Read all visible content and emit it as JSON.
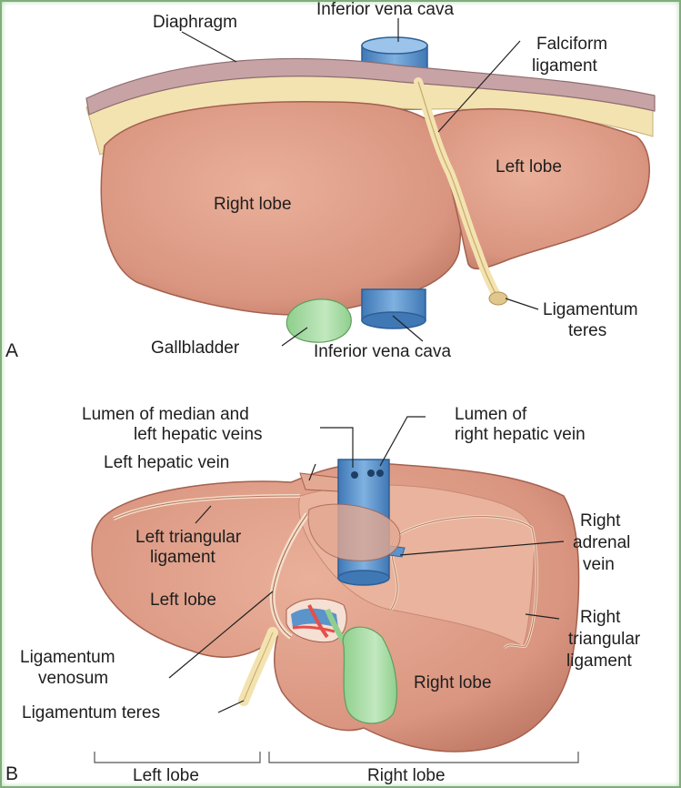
{
  "panel_a": {
    "letter": "A",
    "labels": {
      "diaphragm": "Diaphragm",
      "ivc_top": "Inferior vena cava",
      "falciform_1": "Falciform",
      "falciform_2": "ligament",
      "left_lobe": "Left lobe",
      "right_lobe": "Right lobe",
      "lig_teres_1": "Ligamentum",
      "lig_teres_2": "teres",
      "gallbladder": "Gallbladder",
      "ivc_bottom": "Inferior vena cava"
    }
  },
  "panel_b": {
    "letter": "B",
    "labels": {
      "lumen_median_1": "Lumen of median and",
      "lumen_median_2": "left hepatic veins",
      "lumen_right_1": "Lumen of",
      "lumen_right_2": "right hepatic vein",
      "left_hepatic_vein": "Left hepatic vein",
      "left_tri_1": "Left triangular",
      "left_tri_2": "ligament",
      "right_adrenal_1": "Right",
      "right_adrenal_2": "adrenal",
      "right_adrenal_3": "vein",
      "left_lobe": "Left lobe",
      "right_tri_1": "Right",
      "right_tri_2": "triangular",
      "right_tri_3": "ligament",
      "lig_venosum_1": "Ligamentum",
      "lig_venosum_2": "venosum",
      "right_lobe": "Right lobe",
      "lig_teres": "Ligamentum teres",
      "bracket_left": "Left lobe",
      "bracket_right": "Right lobe"
    }
  },
  "colors": {
    "liver": "#dc9a83",
    "liver_dark": "#b5705c",
    "diaphragm": "#c8a3a6",
    "fat": "#f2e3b0",
    "ivc": "#5b93cb",
    "gallbladder": "#a8d9a6",
    "artery": "#e3504a",
    "frame": "#7fae7a"
  }
}
